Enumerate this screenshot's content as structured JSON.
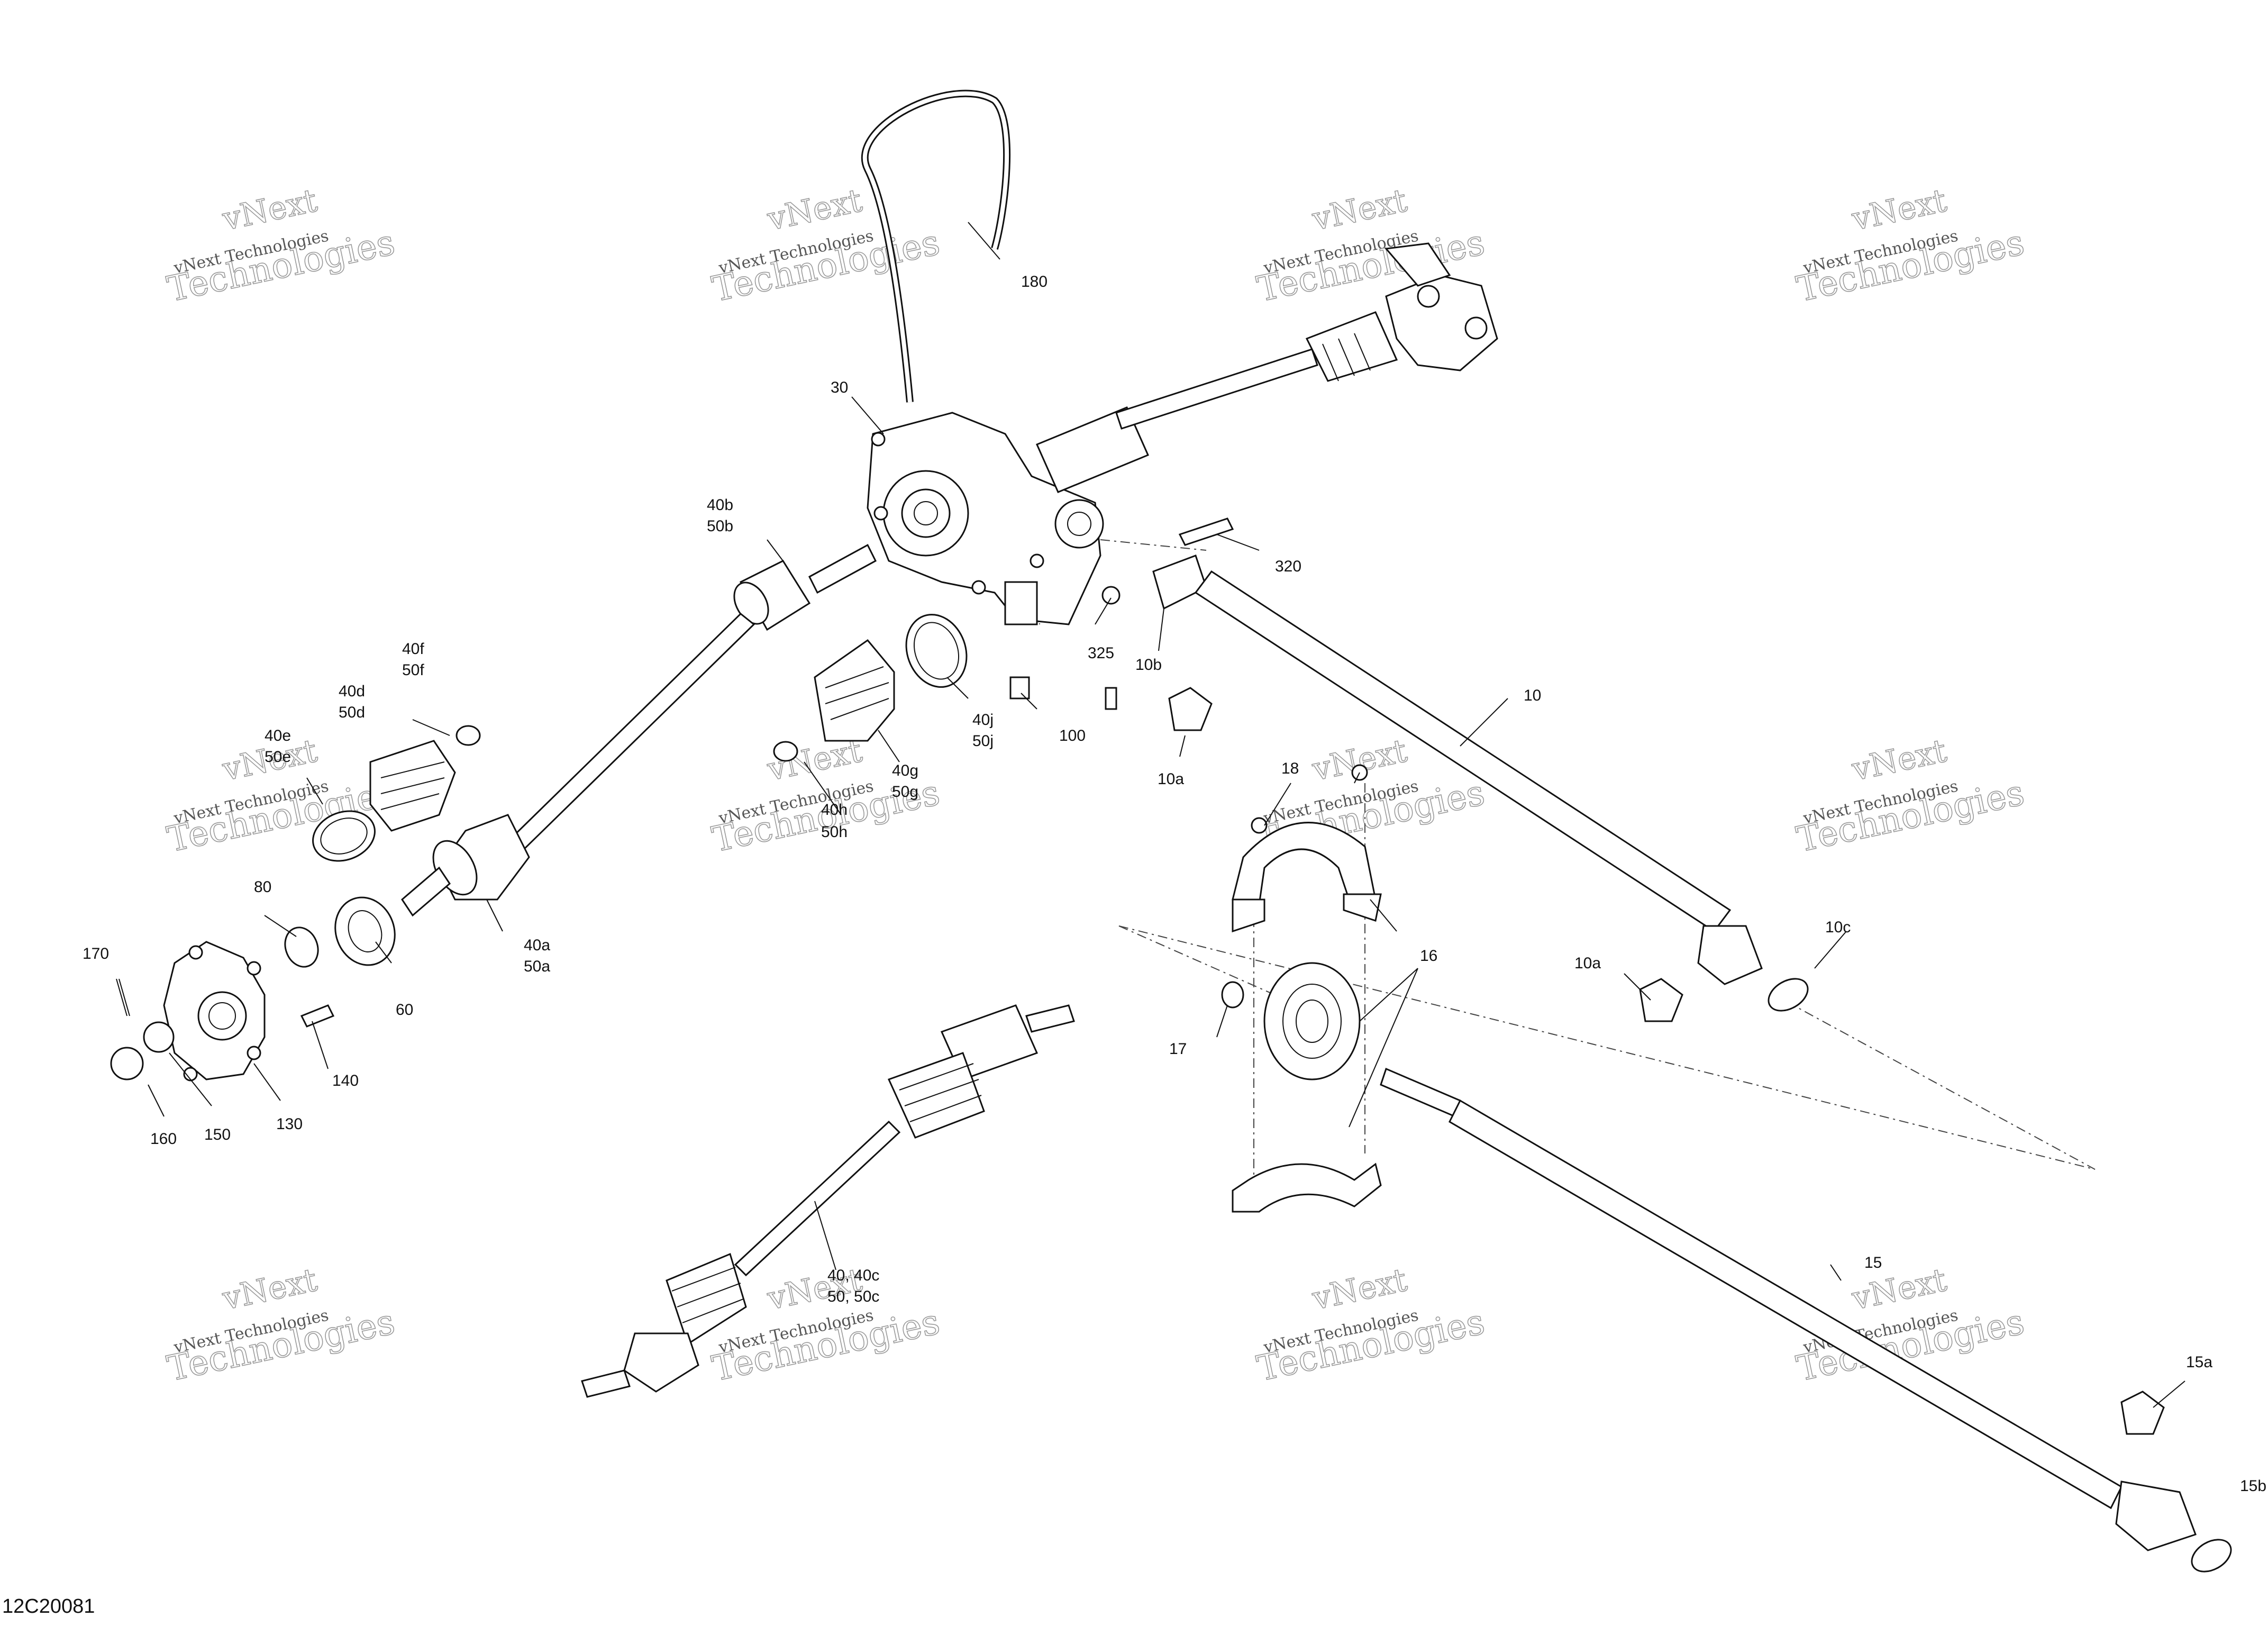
{
  "diagram_id": "12C20081",
  "watermark": {
    "line1": "vNext",
    "line2": "vNext Technologies",
    "line3": "Technologies"
  },
  "callouts": {
    "c180": "180",
    "c30": "30",
    "c40b": "40b",
    "c50b": "50b",
    "c320": "320",
    "c325": "325",
    "c10b": "10b",
    "c100": "100",
    "c40j": "40j",
    "c50j": "50j",
    "c40f": "40f",
    "c50f": "50f",
    "c40d": "40d",
    "c50d": "50d",
    "c40e": "40e",
    "c50e": "50e",
    "c40g": "40g",
    "c50g": "50g",
    "c40h": "40h",
    "c50h": "50h",
    "c10a_top": "10a",
    "c10": "10",
    "c18": "18",
    "c80": "80",
    "c40a": "40a",
    "c50a": "50a",
    "c170": "170",
    "c60": "60",
    "c140": "140",
    "c160": "160",
    "c150": "150",
    "c130": "130",
    "c16": "16",
    "c10c": "10c",
    "c10a_mid": "10a",
    "c17": "17",
    "c40_40c": "40, 40c",
    "c50_50c": "50, 50c",
    "c15": "15",
    "c15a": "15a",
    "c15b": "15b"
  }
}
